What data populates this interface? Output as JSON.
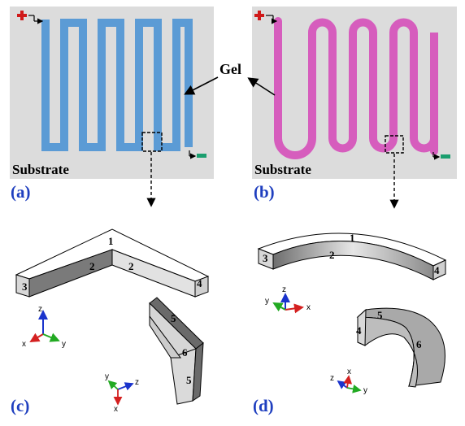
{
  "colors": {
    "substrate_bg": "#dcdcdc",
    "serpentine_square": "#5b9bd5",
    "serpentine_curved": "#d65dbd",
    "plus_terminal": "#d01919",
    "minus_terminal": "#1a9e6e",
    "label_blue": "#1f3fbf",
    "axis_x": "#d42020",
    "axis_y": "#22aa22",
    "axis_z": "#1a33cc"
  },
  "center_label": {
    "text": "Gel"
  },
  "panels": {
    "a": {
      "tag": "(a)",
      "substrate_label": "Substrate",
      "pattern": "square-serpentine"
    },
    "b": {
      "tag": "(b)",
      "substrate_label": "Substrate",
      "pattern": "round-serpentine"
    },
    "c": {
      "tag": "(c)",
      "faces": [
        "1",
        "2",
        "2",
        "3",
        "4",
        "5",
        "6",
        "5"
      ],
      "triad_large": {
        "x": "x",
        "y": "y",
        "z": "z"
      },
      "triad_small": {
        "x": "x",
        "y": "y",
        "z": "z"
      }
    },
    "d": {
      "tag": "(d)",
      "faces": [
        "1",
        "2",
        "3",
        "4",
        "5",
        "4",
        "6"
      ],
      "triad_large": {
        "x": "x",
        "y": "y",
        "z": "z"
      },
      "triad_small": {
        "x": "x",
        "y": "y",
        "z": "z"
      }
    }
  },
  "icons": [
    "plus-terminal-icon",
    "minus-terminal-icon",
    "dashed-arrow-icon",
    "zoom-box-icon"
  ]
}
